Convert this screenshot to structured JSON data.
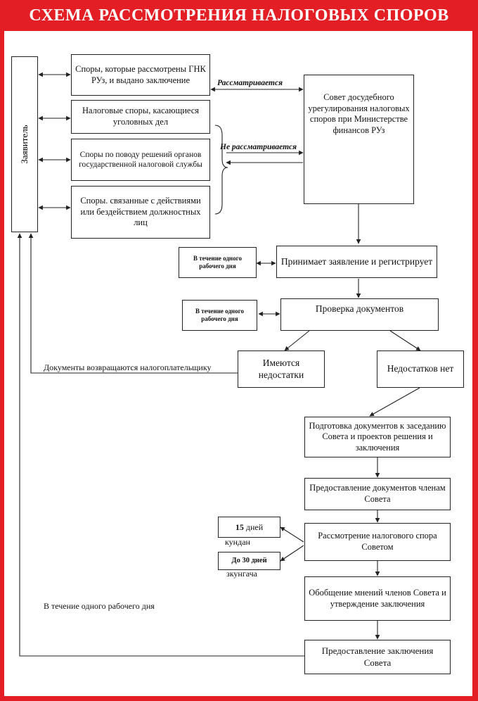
{
  "title": "СХЕМА РАССМОТРЕНИЯ НАЛОГОВЫХ СПОРОВ",
  "colors": {
    "frame": "#e31e24",
    "line": "#222222"
  },
  "applicant": "Заявитель",
  "left_boxes": [
    "Споры, которые рассмотрены ГНК РУз, и выдано заключение",
    "Налоговые споры, касающиеся уголовных дел",
    "Споры по поводу решений органов государственной налоговой службы",
    "Споры. связанные с действиями или бездействием должностных лиц"
  ],
  "considered": "Рассматривается",
  "not_considered": "Не рассматривается",
  "council": "Совет досудебного урегулирования налоговых споров при Министерстве финансов РУз",
  "steps": {
    "accept": "Принимает заявление и регистрирует",
    "check": "Проверка документов",
    "has_defects": "Имеются недостатки",
    "no_defects": "Недостатков нет",
    "prepare": "Подготовка документов к заседанию Совета и проектов решения и заключения",
    "present_docs": "Предоставление документов членам Совета",
    "review": "Рассмотрение налогового спора Советом",
    "summary": "Обобщение мнений членов Совета и утверждение заключения",
    "final": "Предоставление заключения Совета"
  },
  "within_day_1": "В течение одного рабочего дня",
  "within_day_2": "В течение одного рабочего дня",
  "docs_returned": "Документы возвращаются налогоплательщику",
  "days15_num": "15",
  "days15_word": "дней",
  "days15_sub": "кундан",
  "days30": "До 30 дней",
  "days30_sub": "зкунгача",
  "within_day_bottom": "В течение одного рабочего дня"
}
